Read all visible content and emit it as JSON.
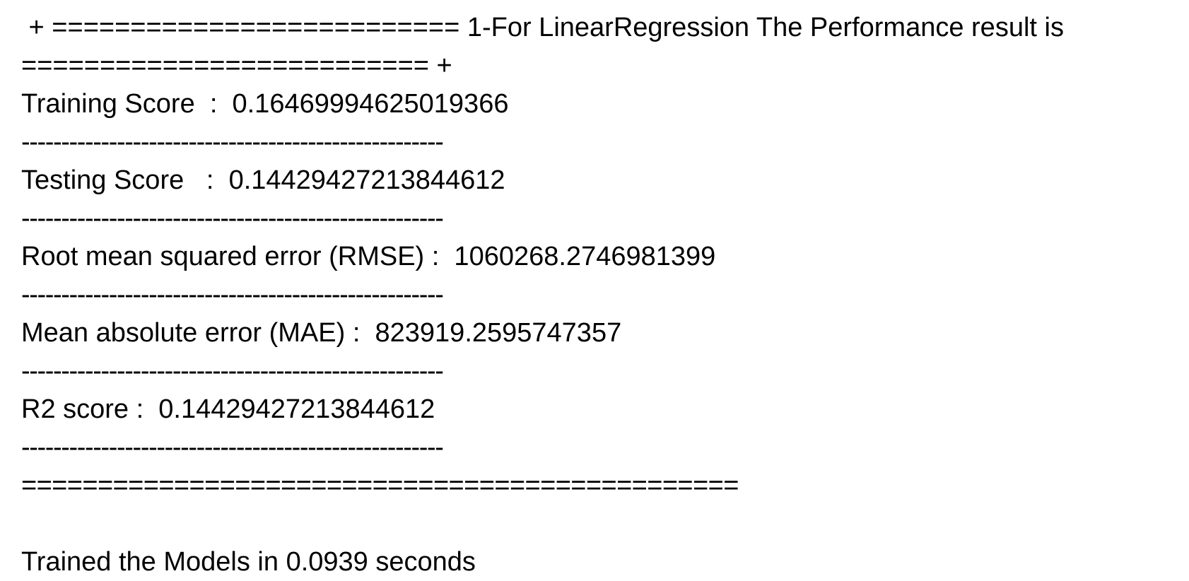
{
  "report": {
    "header_line_1": " + ========================== 1-For LinearRegression The Performance result is",
    "header_line_2": "========================== +",
    "training_score": "Training Score  :  0.16469994625019366",
    "separator_1": "-----------------------------------------------------",
    "testing_score": "Testing Score   :  0.14429427213844612",
    "separator_2": "-----------------------------------------------------",
    "rmse": "Root mean squared error (RMSE) :  1060268.2746981399",
    "separator_3": "-----------------------------------------------------",
    "mae": "Mean absolute error (MAE) :  823919.2595747357",
    "separator_4": "-----------------------------------------------------",
    "r2_score": "R2 score :  0.14429427213844612",
    "separator_5": "-----------------------------------------------------",
    "footer_rule": "===============================================",
    "trained_time": "Trained the Models in 0.0939 seconds"
  }
}
